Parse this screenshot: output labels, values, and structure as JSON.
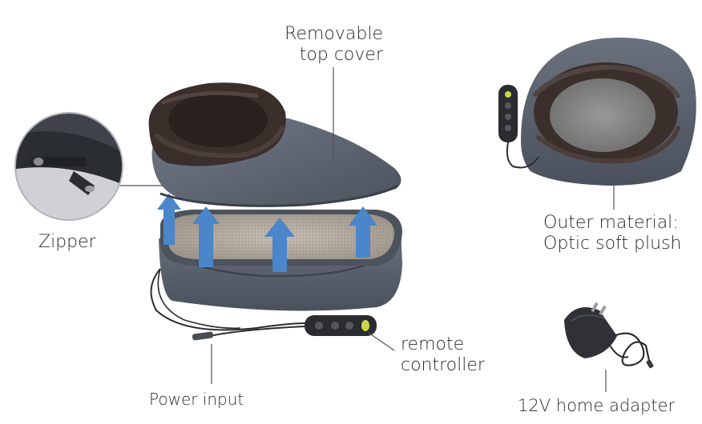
{
  "labels": {
    "top_cover": [
      "Removable",
      "top cover"
    ],
    "zipper": "Zipper",
    "remote": [
      "remote",
      "controller"
    ],
    "power_input": "Power input",
    "outer_material": [
      "Outer material:",
      "Optic soft plush"
    ],
    "adapter": "12V home adapter"
  },
  "icons": [
    "zipper-closeup",
    "upward-arrow",
    "remote-control",
    "power-plug",
    "foot-warmer",
    "power-adapter"
  ],
  "colors": {
    "arrow": "#4a86c9",
    "plush": "#5d6470",
    "fur": "#3b2f2c",
    "mesh": "#b8aca0",
    "text": "#2b2b2b"
  }
}
